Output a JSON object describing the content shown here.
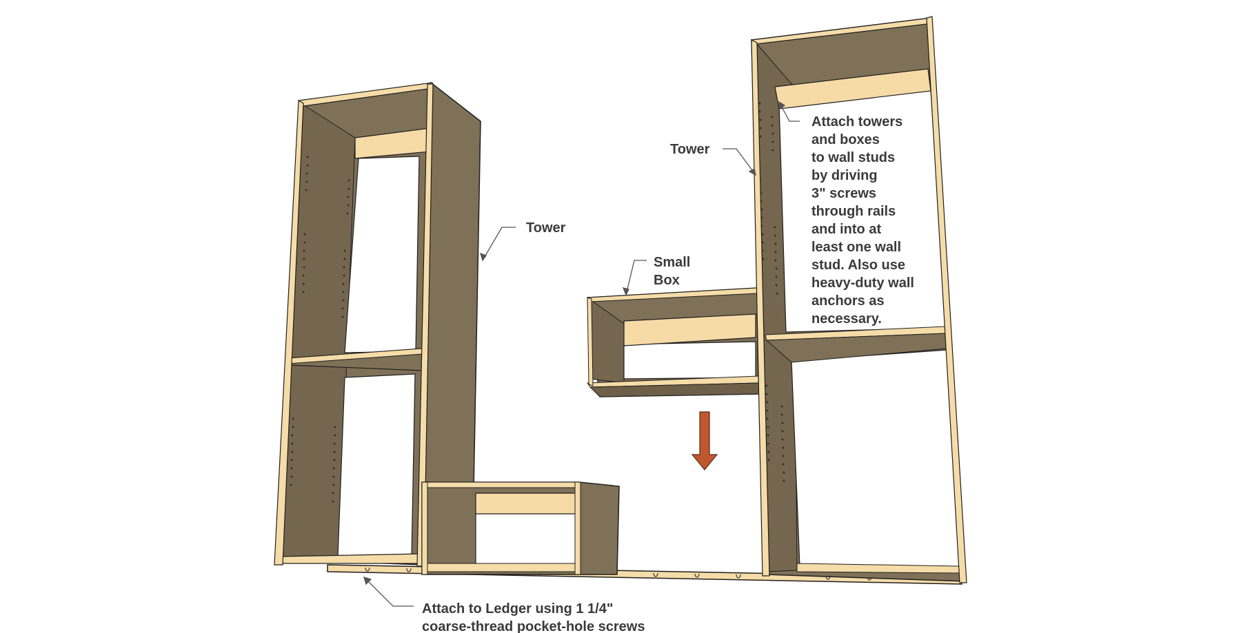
{
  "labels": {
    "tower_left": "Tower",
    "tower_right": "Tower",
    "small_box": [
      "Small",
      "Box"
    ],
    "ledger_note": [
      "Attach to Ledger using 1 1/4\"",
      "coarse-thread pocket-hole screws"
    ],
    "stud_note": [
      "Attach towers",
      "and boxes",
      "to wall studs",
      "by driving",
      "3\" screws",
      "through rails",
      "and into at",
      "least one wall",
      "stud. Also use",
      "heavy-duty wall",
      "anchors as",
      "necessary."
    ]
  },
  "colors": {
    "panel_interior": "#7f7158",
    "panel_edge": "#f5dca8",
    "rail": "#f6dba7",
    "outline": "#1e1e1e",
    "arrow": "#c0582f",
    "label_text": "#3a3a3a",
    "leader": "#555555"
  },
  "icons": {
    "placement_arrow": "down-arrow-icon"
  }
}
